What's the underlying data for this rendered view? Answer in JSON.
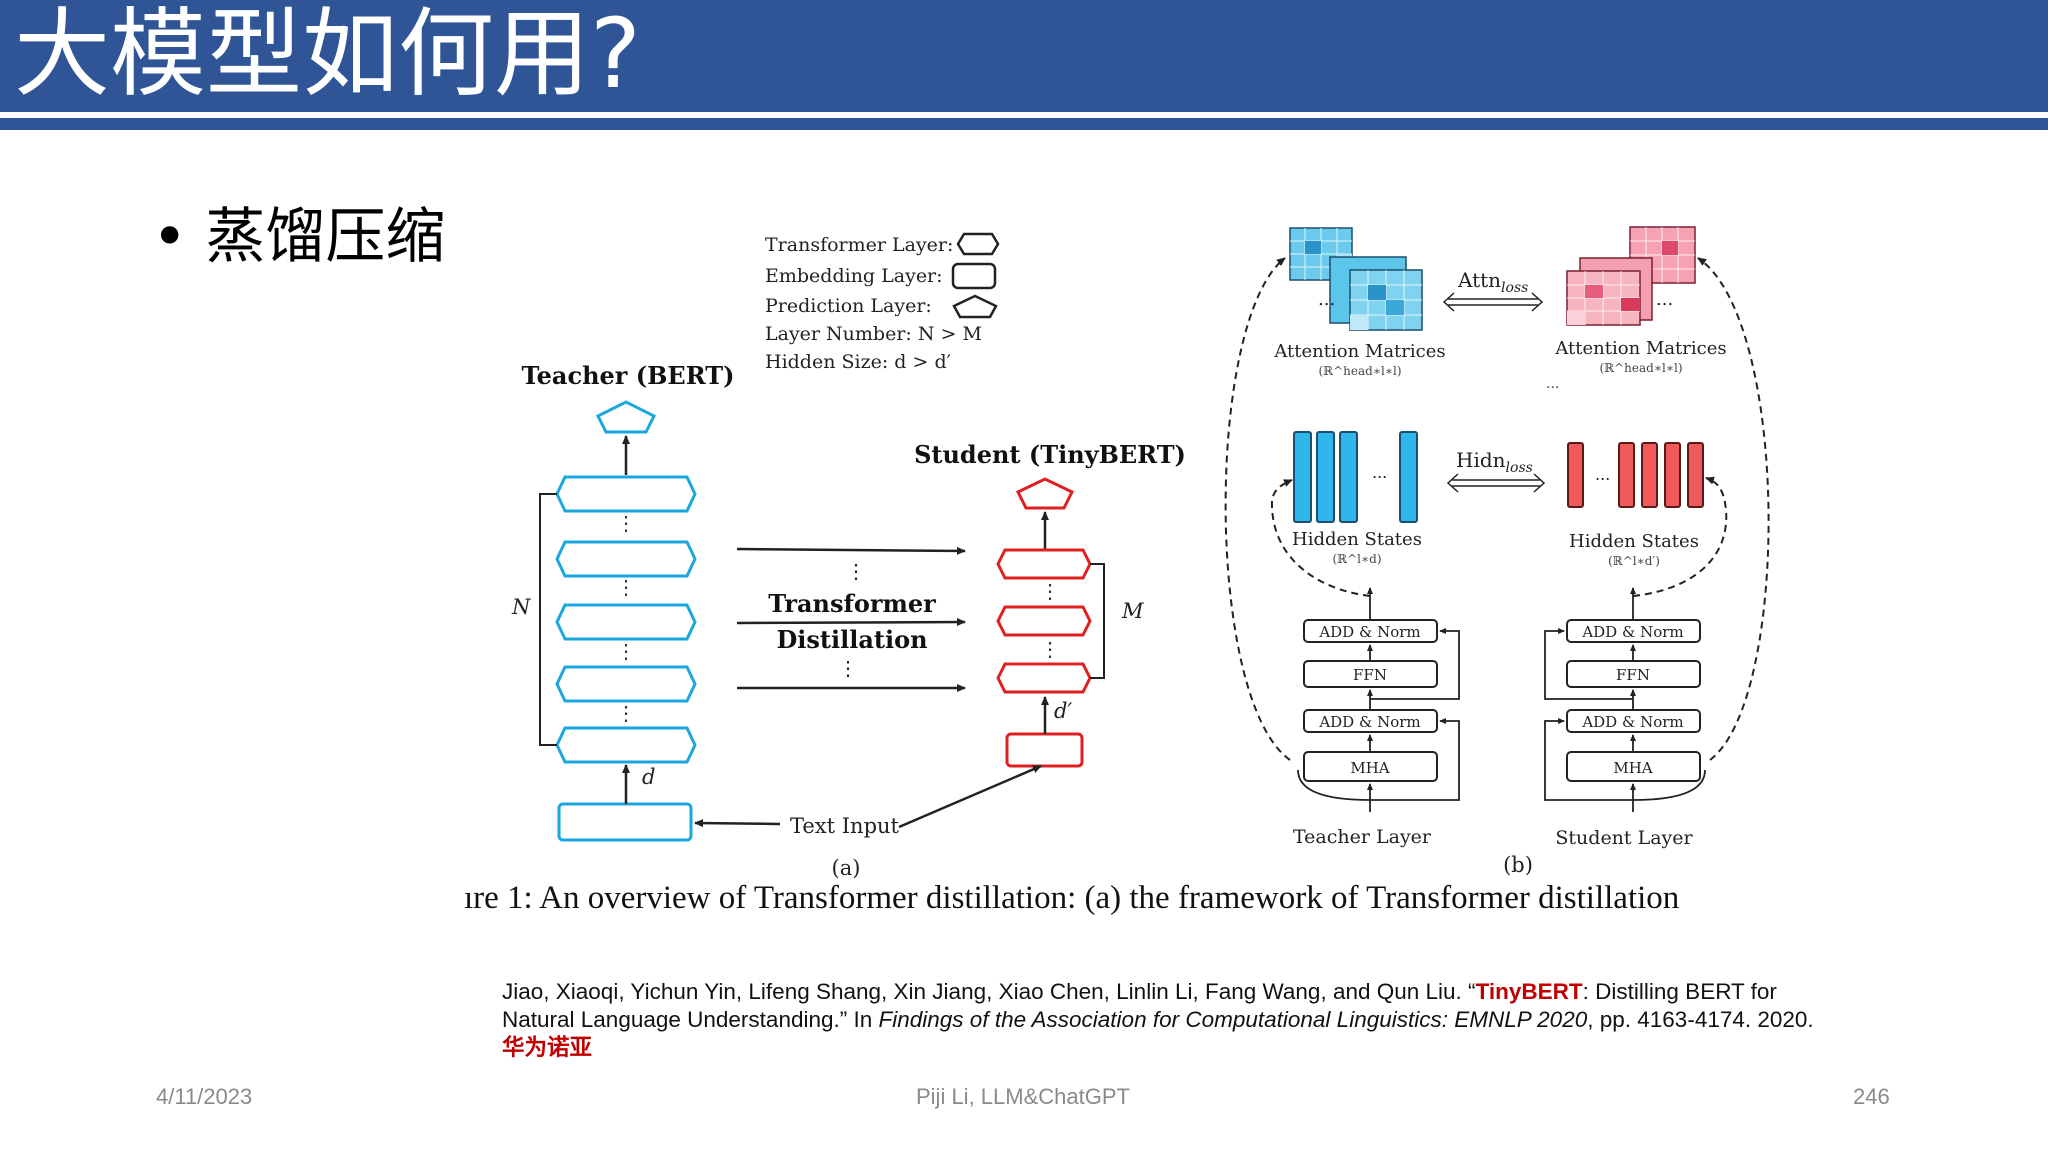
{
  "slide": {
    "title": "大模型如何用?",
    "bullet": "蒸馏压缩",
    "bullet_marker": "•"
  },
  "figure": {
    "legend": {
      "transformer_layer": "Transformer Layer:",
      "embedding_layer": "Embedding Layer:",
      "prediction_layer": "Prediction Layer:",
      "layer_number": "Layer Number: N > M",
      "hidden_size": "Hidden Size: d > d′"
    },
    "teacher_title": "Teacher (BERT)",
    "student_title": "Student (TinyBERT)",
    "label_N": "N",
    "label_M": "M",
    "label_d": "d",
    "label_d_prime": "d′",
    "distill_line1": "Transformer",
    "distill_line2": "Distillation",
    "text_input": "Text Input",
    "label_a": "(a)",
    "label_b": "(b)",
    "attention_matrices": "Attention Matrices",
    "attention_dim": "(ℝ^head∗l∗l)",
    "attn_loss": "Attn",
    "attn_loss_sub": "loss",
    "hidden_states": "Hidden States",
    "hidden_dim_teacher": "(ℝ^l∗d)",
    "hidden_dim_student": "(ℝ^l∗d′)",
    "hidn_loss": "Hidn",
    "hidn_loss_sub": "loss",
    "add_norm": "ADD & Norm",
    "ffn": "FFN",
    "mha": "MHA",
    "teacher_layer": "Teacher Layer",
    "student_layer": "Student Layer",
    "ellipsis": "...",
    "vdots": "⋮",
    "colors": {
      "teacher": "#1aa7e0",
      "student": "#e02020",
      "attn_teacher": "#5cc6ea",
      "attn_student": "#f08aa0"
    }
  },
  "caption": "ıre 1: An overview of Transformer distillation: (a) the framework of Transformer distillation",
  "reference": {
    "part1": "Jiao, Xiaoqi, Yichun Yin, Lifeng Shang, Xin Jiang, Xiao Chen, Linlin Li, Fang Wang, and Qun Liu. “",
    "highlight": "TinyBERT",
    "part2": ": Distilling BERT for Natural Language Understanding.” In ",
    "venue": "Findings of the Association for Computational Linguistics: EMNLP 2020",
    "part3": ", pp. 4163-4174. 2020.  ",
    "org": "华为诺亚"
  },
  "footer": {
    "date": "4/11/2023",
    "author": "Piji Li, LLM&ChatGPT",
    "page": "246"
  }
}
